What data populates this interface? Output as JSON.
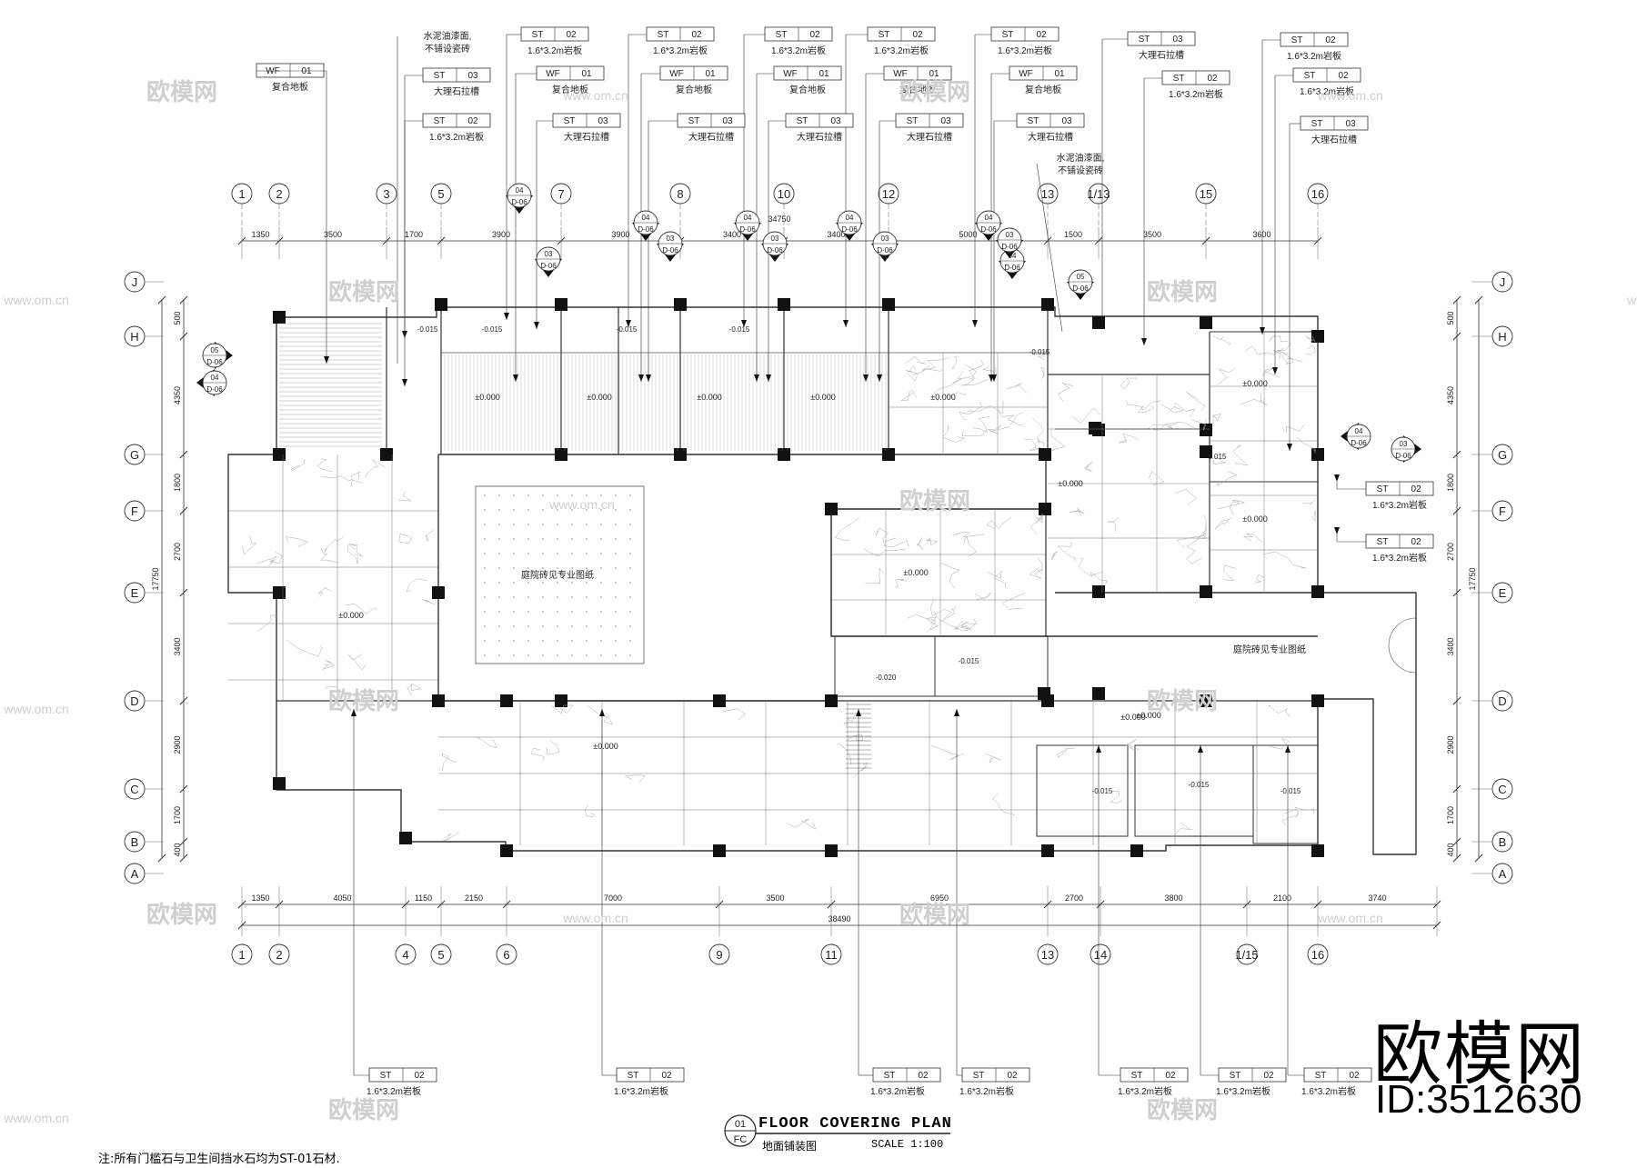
{
  "drawing": {
    "title": "FLOOR COVERING PLAN",
    "subtitle": "地面铺装图",
    "scale": "SCALE 1:100",
    "tag_number": "01",
    "tag_code": "FC",
    "note": "注:所有门槛石与卫生间挡水石均为ST-01石材."
  },
  "watermark": {
    "brand": "欧模网",
    "id": "ID:3512630",
    "site": "www.om.cn",
    "small": "欧模网"
  },
  "grid": {
    "top_axes": [
      "1",
      "2",
      "3",
      "5",
      "7",
      "8",
      "10",
      "12",
      "13",
      "1/13",
      "15",
      "16"
    ],
    "bottom_axes": [
      "1",
      "2",
      "4",
      "5",
      "6",
      "9",
      "11",
      "13",
      "14",
      "1/15",
      "16"
    ],
    "row_axes": [
      "J",
      "H",
      "G",
      "F",
      "E",
      "D",
      "C",
      "B",
      "A"
    ]
  },
  "dimensions": {
    "top": [
      "1350",
      "3500",
      "1700",
      "3900",
      "3900",
      "3400",
      "3400",
      "5000",
      "1500",
      "3500",
      "3600"
    ],
    "top_total": "34750",
    "bottom": [
      "1350",
      "4050",
      "1150",
      "2150",
      "7000",
      "3500",
      "6950",
      "2700",
      "3800",
      "2100",
      "3740"
    ],
    "bottom_total": "38490",
    "left": [
      "500",
      "4350",
      "1800",
      "2700",
      "3400",
      "2900",
      "1700",
      "400"
    ],
    "left_total": "17750",
    "right": [
      "500",
      "4350",
      "1800",
      "2700",
      "3400",
      "2900",
      "1700",
      "400"
    ],
    "right_total": "17750"
  },
  "materials": {
    "st01_code": "ST",
    "st02_num": "02",
    "st03_num": "03",
    "wf_code": "WF",
    "wf_num": "01",
    "st02_desc": "1.6*3.2m岩板",
    "st03_desc": "大理石拉槽",
    "wf_desc": "复合地板",
    "cement_desc_1": "水泥油漆面,",
    "cement_desc_2": "不铺设瓷砖"
  },
  "section_marks": {
    "a_num": "04",
    "a_ref": "D-06",
    "b_num": "03",
    "b_ref": "D-06",
    "c_num": "05",
    "c_ref": "D-06"
  },
  "plan_labels": {
    "courtyard": "庭院砖见专业图纸",
    "level_zero": "±0.000",
    "level_015": "-0.015",
    "level_020": "-0.020"
  }
}
